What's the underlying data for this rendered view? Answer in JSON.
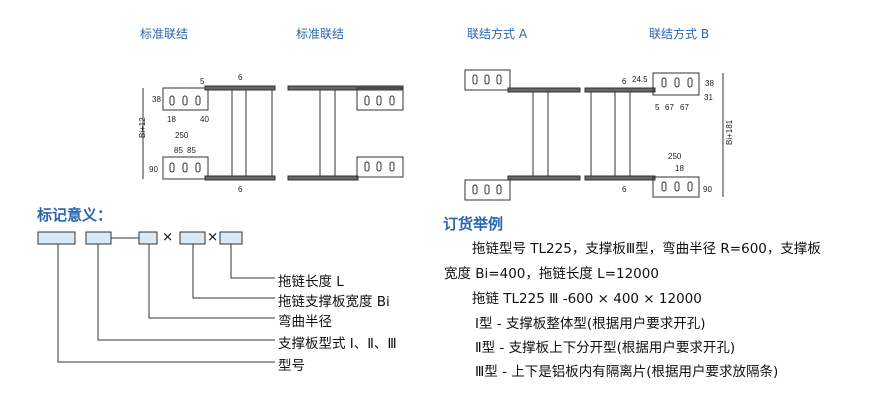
{
  "captions": [
    "标准联结",
    "标准联结",
    "联结方式 A",
    "联结方式 B"
  ],
  "dims": {
    "d1": [
      "5",
      "6",
      "38",
      "Bi+12",
      "18",
      "40",
      "250",
      "85",
      "85",
      "90",
      "6"
    ],
    "d4": [
      "24.5",
      "6",
      "38",
      "31",
      "5",
      "67",
      "67",
      "Bi+181",
      "250",
      "18",
      "90",
      "6"
    ]
  },
  "legend": {
    "title": "标记意义：",
    "times": "×",
    "labels": [
      "拖链长度 L",
      "拖链支撑板宽度 Bi",
      "弯曲半径",
      "支撑板型式 Ⅰ、Ⅱ、Ⅲ",
      "型号"
    ]
  },
  "order": {
    "title": "订货举例",
    "lines": [
      "拖链型号 TL225，支撑板Ⅲ型，弯曲半径 R=600，支撑板",
      "宽度 Bi=400，拖链长度 L=12000",
      "拖链 TL225 Ⅲ -600 × 400 × 12000",
      "Ⅰ型 - 支撑板整体型(根据用户要求开孔)",
      "Ⅱ型 - 支撑板上下分开型(根据用户要求开孔)",
      "Ⅲ型 - 上下是铝板内有隔离片(根据用户要求放隔条)"
    ]
  },
  "colors": {
    "accent": "#2a66b0",
    "box": "#d8eaf7"
  }
}
